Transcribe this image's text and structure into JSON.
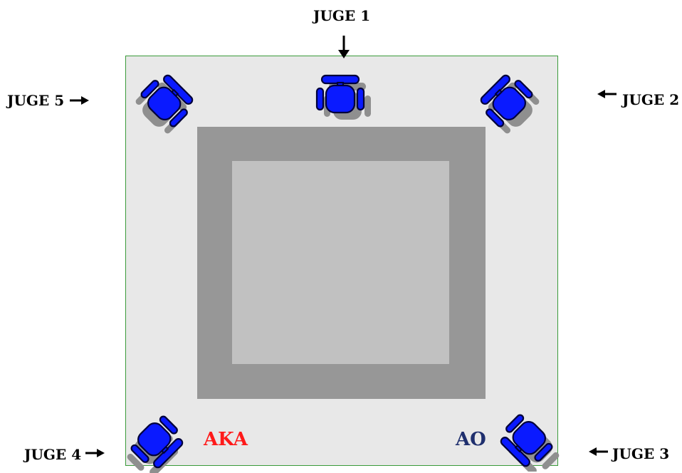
{
  "judges": {
    "j1": "JUGE 1",
    "j2": "JUGE 2",
    "j3": "JUGE 3",
    "j4": "JUGE 4",
    "j5": "JUGE 5"
  },
  "corners": {
    "aka": "AKA",
    "ao": "AO"
  },
  "colors": {
    "aka": "#ff1a1a",
    "ao": "#1f2f6e",
    "chair": "#0a1aff",
    "outer_mat": "#e8e8e8",
    "middle_mat": "#979797",
    "inner_mat": "#c1c1c1",
    "border": "#3a9a3a"
  },
  "icons": {
    "chair": "office-chair-icon",
    "arrow_down": "arrow-down-icon",
    "arrow_right": "arrow-right-icon",
    "arrow_left": "arrow-left-icon"
  }
}
